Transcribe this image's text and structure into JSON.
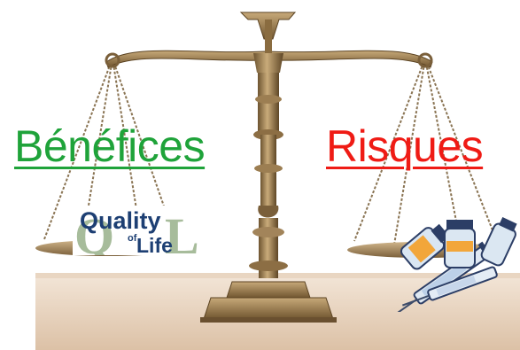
{
  "benefits_word": "Bénéfices",
  "risks_word": "Risques",
  "quality_of_life_logo": {
    "line1": "Quality",
    "line2": "of",
    "line3": "Life"
  },
  "colors": {
    "benefits": "#1fa33a",
    "risks": "#ef1b15",
    "brass": "#a08458",
    "logo_text": "#1d3f73",
    "logo_letters": "#8aa67a"
  },
  "icons": [
    "balance-scale-icon",
    "medicine-vials-and-syringes-icon"
  ]
}
